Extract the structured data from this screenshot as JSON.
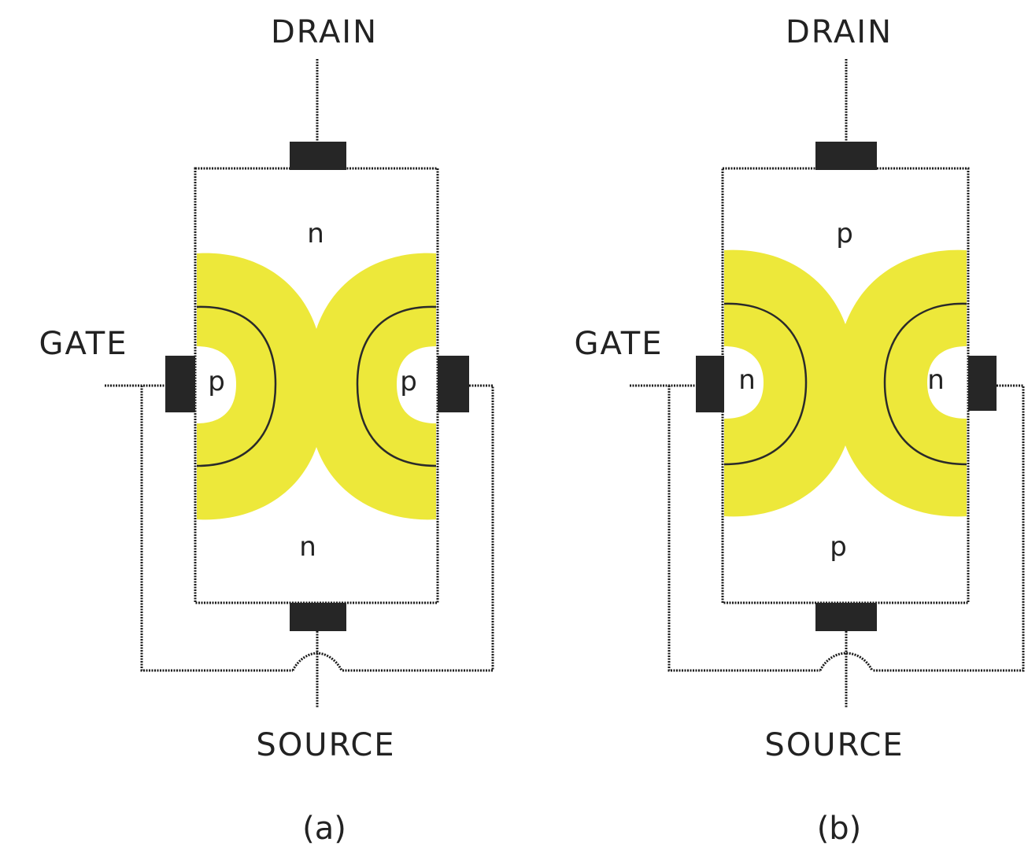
{
  "diagrams": [
    {
      "id": "a",
      "drain_label": "DRAIN",
      "source_label": "SOURCE",
      "gate_label": "GATE",
      "channel_top": "n",
      "channel_bottom": "n",
      "gate_left": "p",
      "gate_right": "p",
      "caption": "(a)"
    },
    {
      "id": "b",
      "drain_label": "DRAIN",
      "source_label": "SOURCE",
      "gate_label": "GATE",
      "channel_top": "p",
      "channel_bottom": "p",
      "gate_left": "n",
      "gate_right": "n",
      "caption": "(b)"
    }
  ],
  "colors": {
    "depletion_region": "#ede83a",
    "contact": "#262626",
    "line": "#1a1a1a"
  }
}
